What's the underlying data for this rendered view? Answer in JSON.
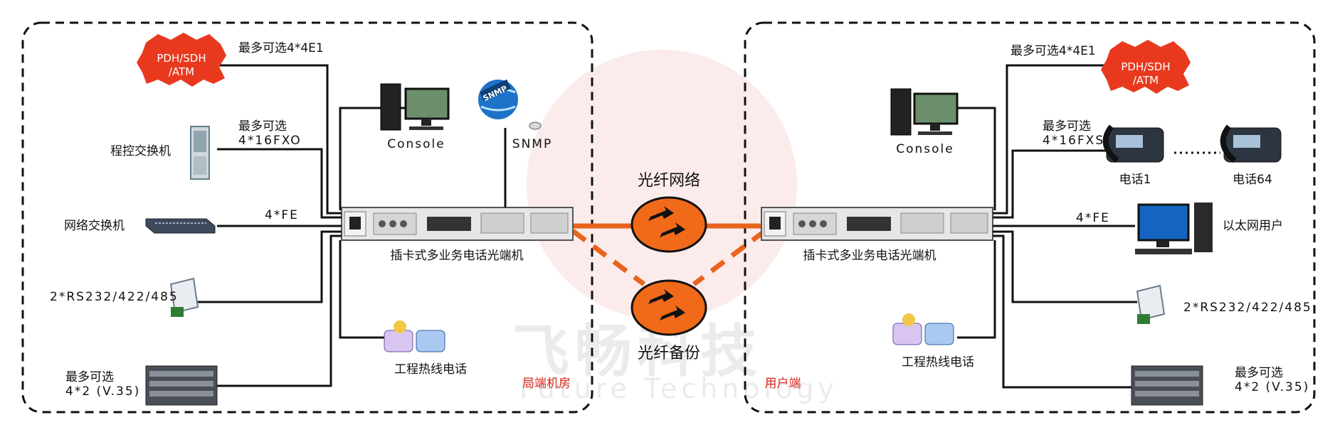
{
  "center": {
    "fiber_network": "光纤网络",
    "fiber_backup": "光纤备份",
    "watermark_cn": "飞畅科技",
    "watermark_en": "Future Technology"
  },
  "left": {
    "zone_label": "局端机房",
    "device_label": "插卡式多业务电话光端机",
    "console": "Console",
    "snmp": "SNMP",
    "hotline": "工程热线电话",
    "pdh_badge": [
      "PDH/SDH",
      "/ATM"
    ],
    "e1_label": "最多可选4*4E1",
    "fxo_label": [
      "最多可选",
      "4*16FXO"
    ],
    "pbx": "程控交换机",
    "fe_label": "4*FE",
    "switch": "网络交换机",
    "rs_label": "2*RS232/422/485",
    "v35_label": [
      "最多可选",
      "4*2 (V.35)"
    ],
    "snmp_globe_text": "SNMP"
  },
  "right": {
    "zone_label": "用户端",
    "device_label": "插卡式多业务电话光端机",
    "console": "Console",
    "hotline": "工程热线电话",
    "pdh_badge": [
      "PDH/SDH",
      "/ATM"
    ],
    "e1_label": "最多可选4*4E1",
    "fxs_label": [
      "最多可选",
      "4*16FXS"
    ],
    "phone1": "电话1",
    "phone64": "电话64",
    "fe_label": "4*FE",
    "ethernet_user": "以太网用户",
    "rs_label": "2*RS232/422/485",
    "v35_label": [
      "最多可选",
      "4*2 (V.35)"
    ]
  },
  "colors": {
    "fiber": "#e8641e",
    "badge": "#e8391f",
    "zone_text": "#d4281e",
    "line": "#111111"
  }
}
